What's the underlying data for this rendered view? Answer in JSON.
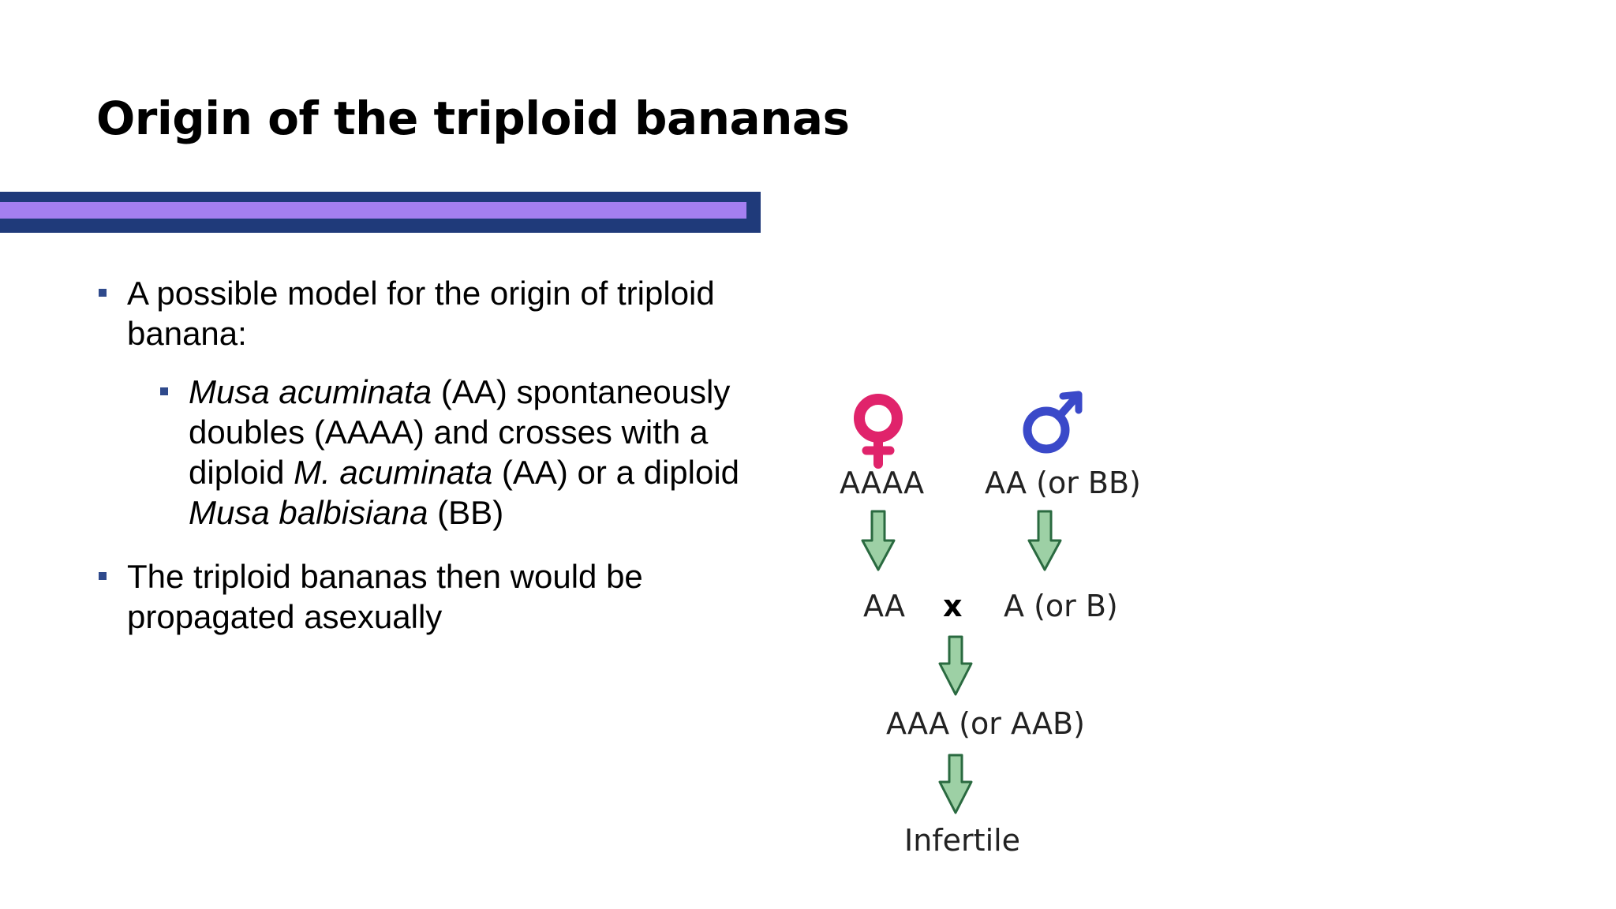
{
  "slide": {
    "title": "Origin of the triploid bananas",
    "colors": {
      "rule_dark": "#1f3a7a",
      "rule_light": "#a47ff0",
      "bullet": "#2f4a8c",
      "female": "#e0236b",
      "male": "#3a49c9",
      "arrow_fill": "#9dd0a5",
      "arrow_stroke": "#2a6a40"
    },
    "bullets": [
      {
        "text": "A possible model for the origin of triploid banana:",
        "sub": {
          "t1": "Musa acuminata",
          "t2": " (AA) spontaneously doubles (AAAA) and crosses with a diploid ",
          "t3": "M. acuminata",
          "t4": " (AA) or a diploid ",
          "t5": "Musa balbisiana",
          "t6": " (BB)"
        }
      },
      {
        "text": "The triploid bananas then would be propagated asexually"
      }
    ],
    "diagram": {
      "female_icon": "female-symbol-icon",
      "male_icon": "male-symbol-icon",
      "female_parent": "AAAA",
      "male_parent": "AA (or BB)",
      "female_gamete": "AA",
      "cross": "x",
      "male_gamete": "A (or B)",
      "offspring": "AAA (or AAB)",
      "result": "Infertile"
    }
  }
}
